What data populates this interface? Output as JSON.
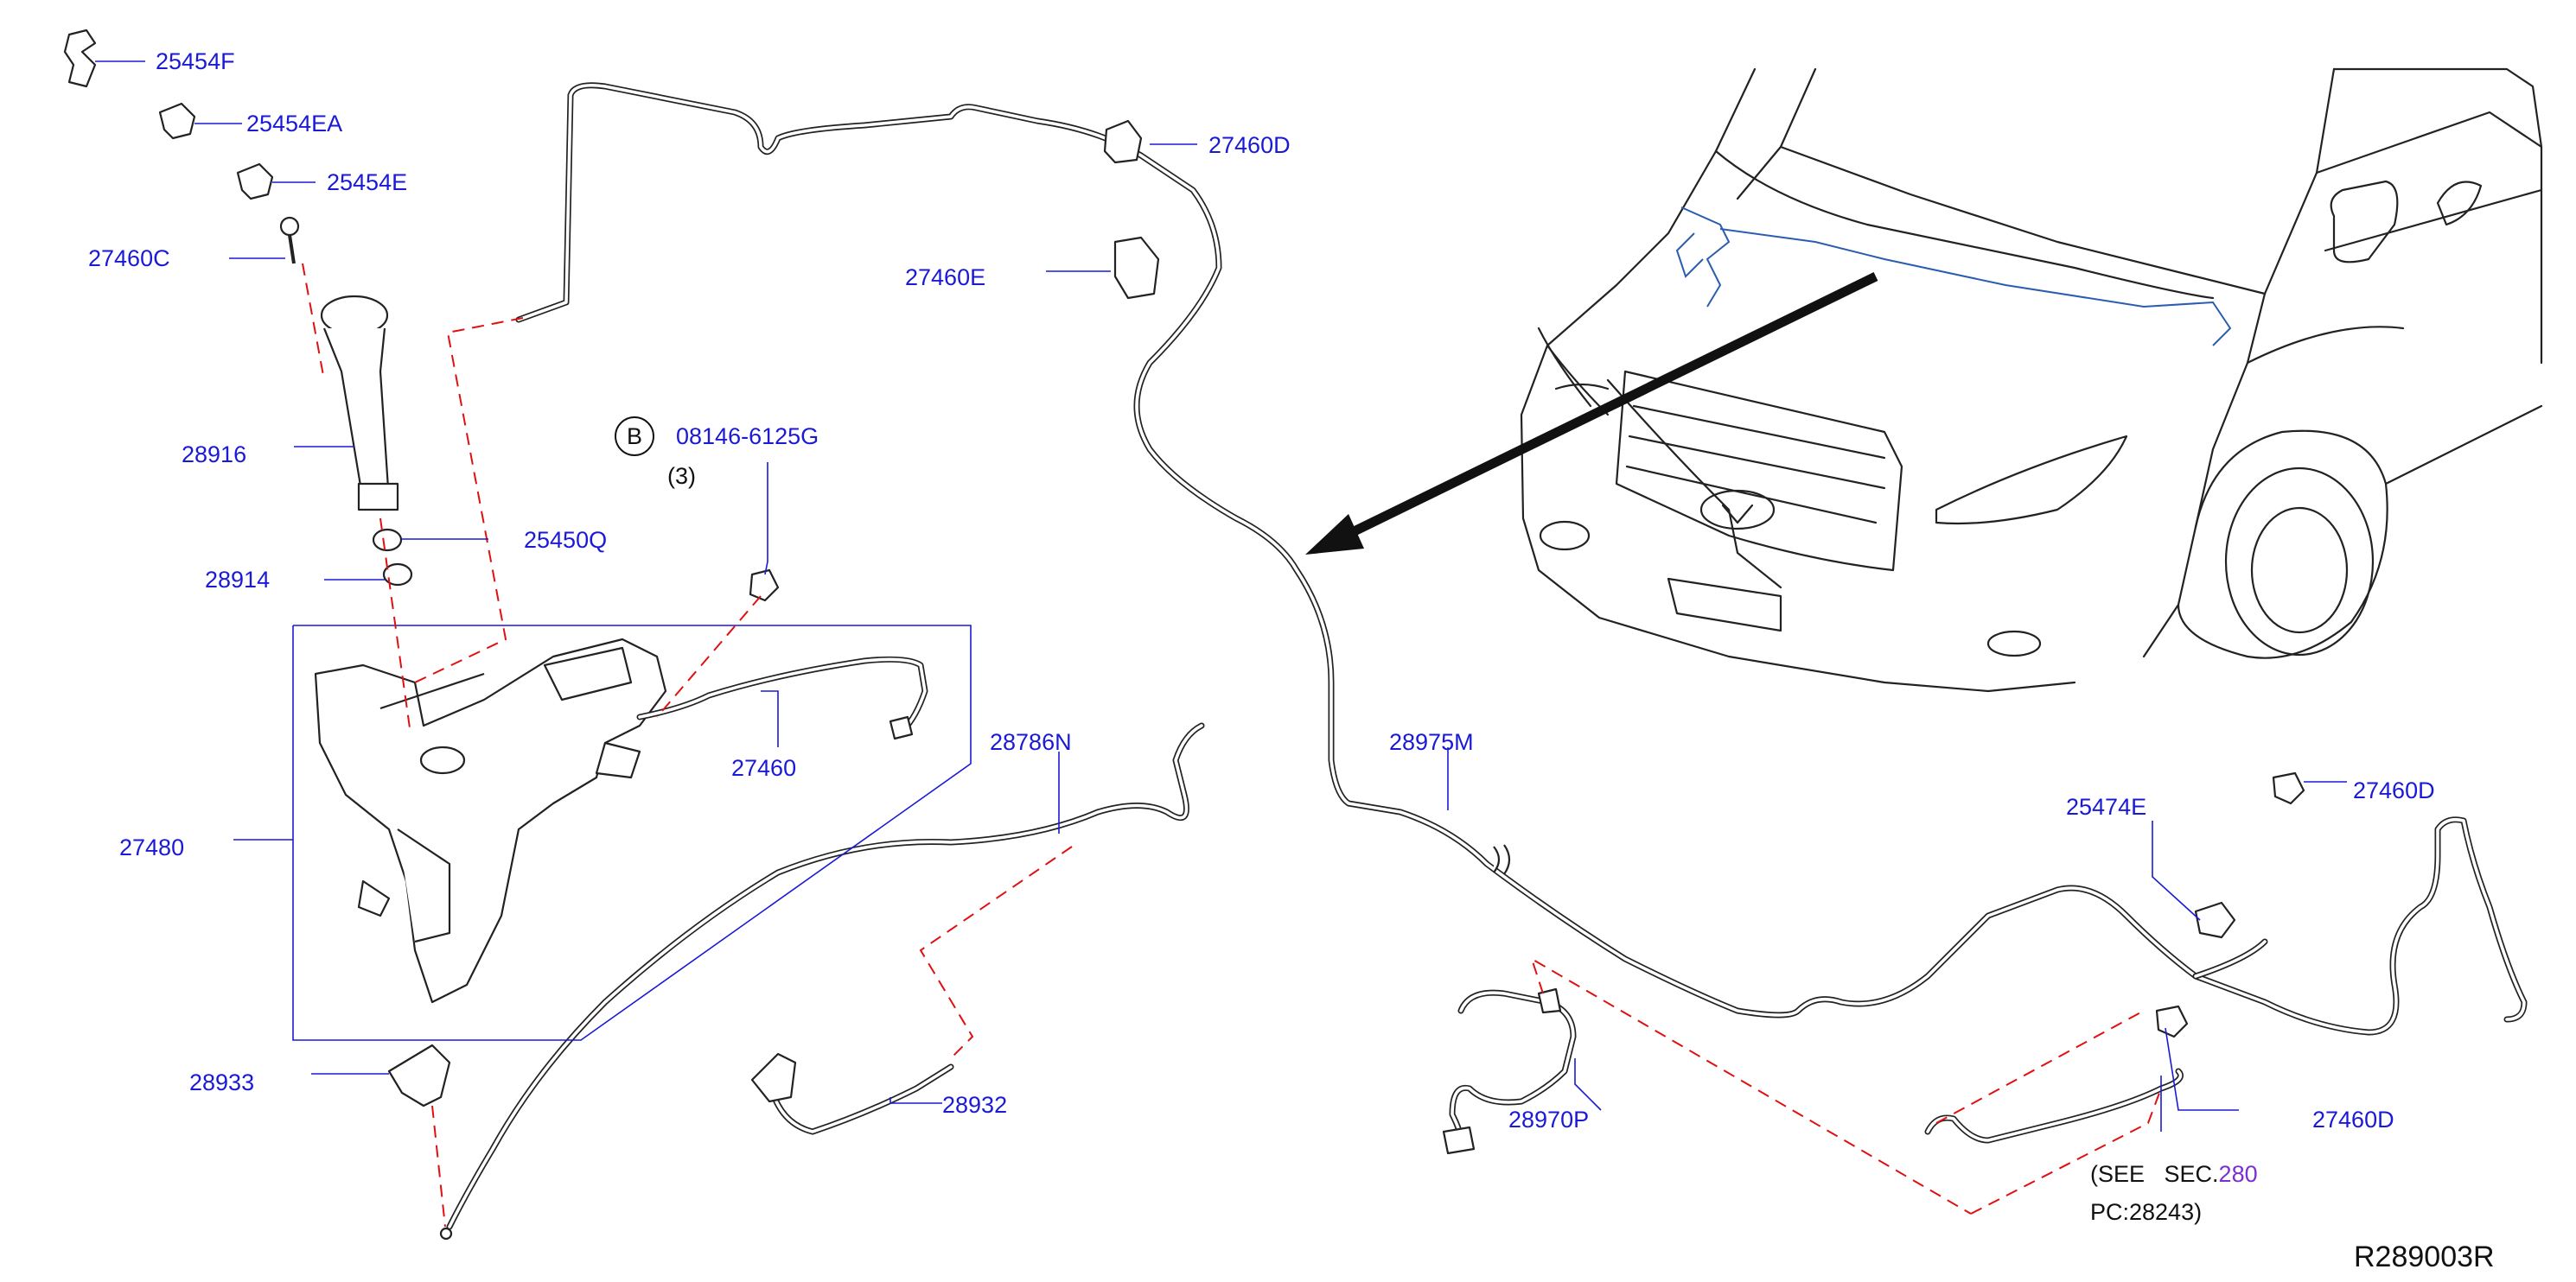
{
  "diagram": {
    "ref_code": "R289003R",
    "callouts": {
      "c25454F": "25454F",
      "c25454EA": "25454EA",
      "c25454E": "25454E",
      "c27460C": "27460C",
      "c28916": "28916",
      "c25450Q": "25450Q",
      "c28914": "28914",
      "c27480": "27480",
      "c28933": "28933",
      "c27460D_top": "27460D",
      "c27460E": "27460E",
      "bolt_marker": "B",
      "bolt_part": "08146-6125G",
      "bolt_qty": "(3)",
      "c27460": "27460",
      "c28786N": "28786N",
      "c28932": "28932",
      "c28975M": "28975M",
      "c28970P": "28970P",
      "c25474E": "25474E",
      "c27460D_right": "27460D",
      "c27460D_bottom": "27460D",
      "see_sec_prefix": "(SEE   SEC.",
      "see_sec_number": "280",
      "see_sec_pc": "PC:28243)"
    },
    "colors": {
      "callout_text": "#1a1ad6",
      "dashed_lines": "#e01010",
      "section_link": "#7b2fd0",
      "line_art": "#222222"
    }
  }
}
